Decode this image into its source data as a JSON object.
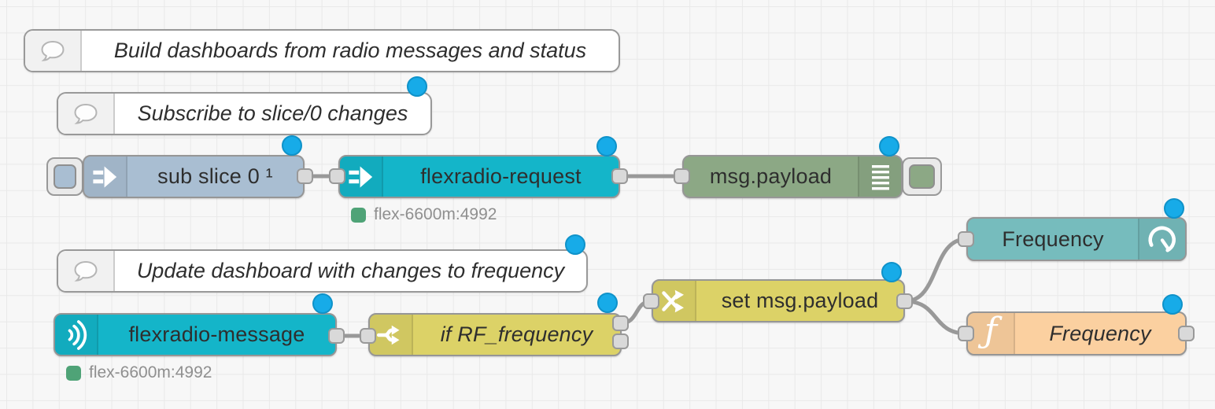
{
  "app": "node-red-flow-editor",
  "comments": [
    {
      "label": "Build dashboards from radio messages and status",
      "changed": false
    },
    {
      "label": "Subscribe to slice/0 changes",
      "changed": true
    },
    {
      "label": "Update dashboard with changes to frequency",
      "changed": true
    }
  ],
  "nodes": [
    {
      "id": "inject",
      "type": "inject",
      "label": "sub slice 0 ¹",
      "icon": "inject-arrow-icon",
      "changed": true
    },
    {
      "id": "request",
      "type": "flexradio-request",
      "label": "flexradio-request",
      "icon": "inject-arrow-icon",
      "changed": true,
      "status": "flex-6600m:4992"
    },
    {
      "id": "debug",
      "type": "debug",
      "label": "msg.payload",
      "icon": "debug-lines-icon",
      "changed": true
    },
    {
      "id": "gauge",
      "type": "ui_gauge",
      "label": "Frequency",
      "icon": "gauge-icon",
      "changed": true
    },
    {
      "id": "message",
      "type": "flexradio-message",
      "label": "flexradio-message",
      "icon": "broadcast-icon",
      "changed": true,
      "status": "flex-6600m:4992"
    },
    {
      "id": "switch",
      "type": "switch",
      "label": "if RF_frequency",
      "icon": "switch-fork-icon",
      "changed": true
    },
    {
      "id": "change",
      "type": "change",
      "label": "set msg.payload",
      "icon": "shuffle-icon",
      "changed": true
    },
    {
      "id": "function",
      "type": "function",
      "label": "Frequency",
      "icon": "function-f-icon",
      "changed": true
    }
  ],
  "colors": {
    "inject_node": "#a9bed2",
    "flexradio_node": "#14b5c9",
    "debug_node": "#8ca885",
    "gauge_node": "#76bcbd",
    "switch_change_node": "#dcd267",
    "function_node": "#fbd0a0",
    "status_ok": "#4fa377",
    "changed_indicator": "#17abe8",
    "wire": "#999999",
    "canvas_grid": "#e9e9e9"
  }
}
